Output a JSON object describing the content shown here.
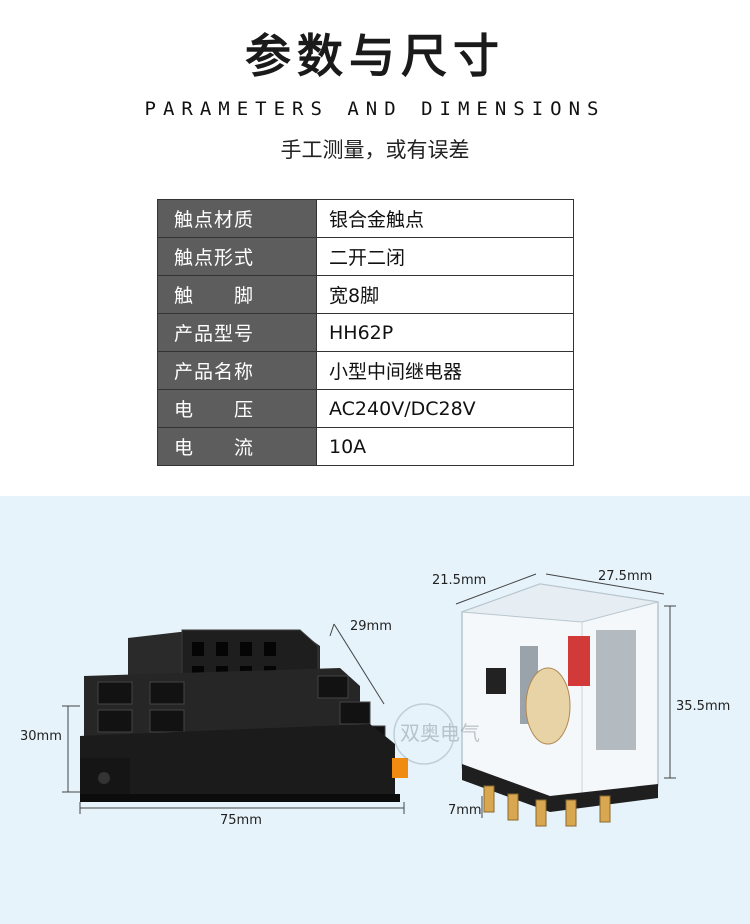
{
  "header": {
    "title": "参数与尺寸",
    "subtitle": "PARAMETERS AND DIMENSIONS",
    "note": "手工测量，或有误差"
  },
  "spec_table": [
    {
      "label": "触点材质",
      "value": "银合金触点"
    },
    {
      "label": "触点形式",
      "value": "二开二闭"
    },
    {
      "label": "触　　脚",
      "value": "宽8脚"
    },
    {
      "label": "产品型号",
      "value": "HH62P"
    },
    {
      "label": "产品名称",
      "value": "小型中间继电器"
    },
    {
      "label": "电　　压",
      "value": "AC240V/DC28V"
    },
    {
      "label": "电　　流",
      "value": "10A"
    }
  ],
  "dimensions": {
    "socket_depth": "29mm",
    "socket_height": "30mm",
    "socket_length": "75mm",
    "relay_depth": "21.5mm",
    "relay_width": "27.5mm",
    "relay_height": "35.5mm",
    "pin_length": "7mm"
  },
  "watermark": "双奥电气",
  "colors": {
    "label_bg": "#5d5d5d",
    "photo_bg": "#e6f3fb"
  }
}
